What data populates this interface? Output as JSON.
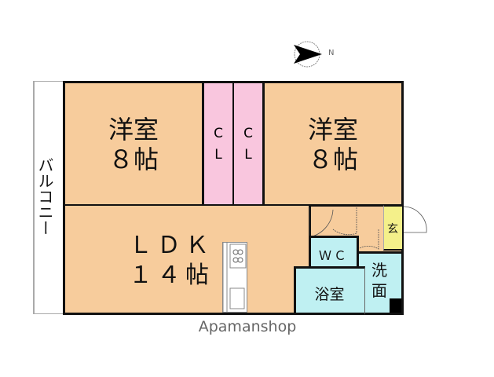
{
  "compass": {
    "label": "N"
  },
  "balcony": {
    "label": "バルコニー"
  },
  "rooms": [
    {
      "name": "洋室",
      "size": "８帖"
    },
    {
      "name": "洋室",
      "size": "８帖"
    },
    {
      "name": "ＬＤＫ",
      "size": "１４帖"
    }
  ],
  "closets": [
    {
      "c": "C",
      "l": "L"
    },
    {
      "c": "C",
      "l": "L"
    }
  ],
  "wc": {
    "label": "ＷＣ"
  },
  "bath": {
    "label": "浴室"
  },
  "washroom": {
    "label1": "洗",
    "label2": "面"
  },
  "entrance": {
    "label": "玄"
  },
  "watermark": "Apamanshop",
  "colors": {
    "room": "#f7cc9c",
    "closet": "#f9c6de",
    "wet": "#bff0f2",
    "entrance": "#f4f08a"
  }
}
